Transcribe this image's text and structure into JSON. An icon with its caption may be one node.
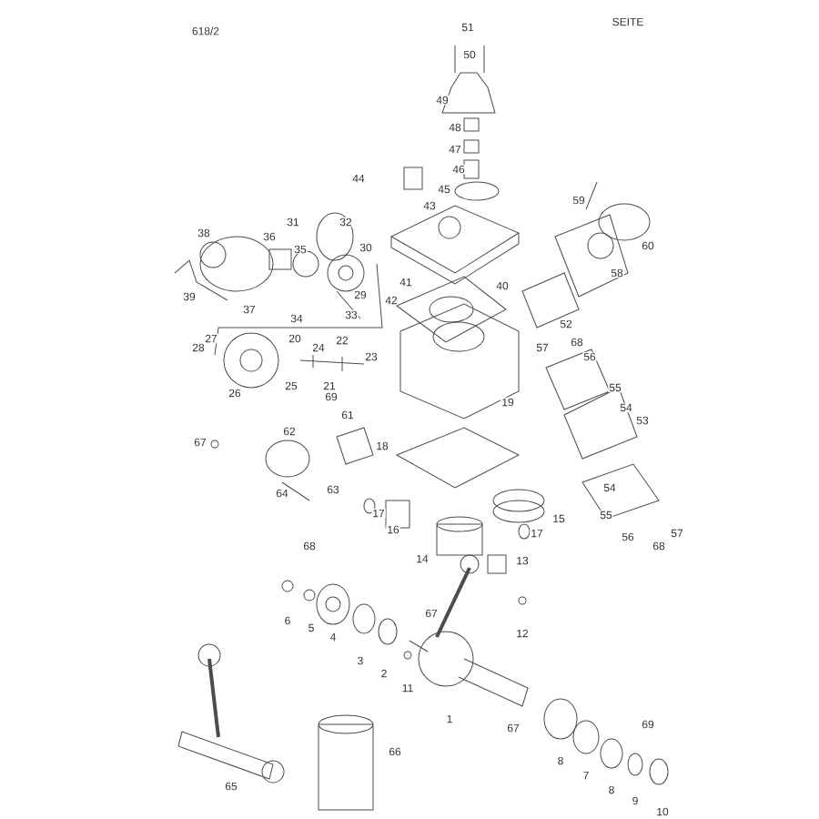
{
  "diagram": {
    "labels": [
      "618/2",
      "SEITE",
      "51",
      "50",
      "49",
      "48",
      "47",
      "46",
      "44",
      "45",
      "43",
      "59",
      "31",
      "32",
      "38",
      "36",
      "35",
      "30",
      "60",
      "58",
      "41",
      "40",
      "39",
      "29",
      "42",
      "37",
      "34",
      "33",
      "52",
      "27",
      "20",
      "22",
      "68",
      "28",
      "24",
      "57",
      "23",
      "56",
      "25",
      "21",
      "55",
      "26",
      "69",
      "19",
      "54",
      "61",
      "53",
      "62",
      "67",
      "18",
      "64",
      "63",
      "54",
      "17",
      "15",
      "16",
      "55",
      "17",
      "57",
      "56",
      "68",
      "68",
      "14",
      "13",
      "67",
      "6",
      "5",
      "12",
      "4",
      "3",
      "2",
      "11",
      "1",
      "69",
      "67",
      "66",
      "8",
      "7",
      "65",
      "8",
      "9",
      "10"
    ]
  }
}
